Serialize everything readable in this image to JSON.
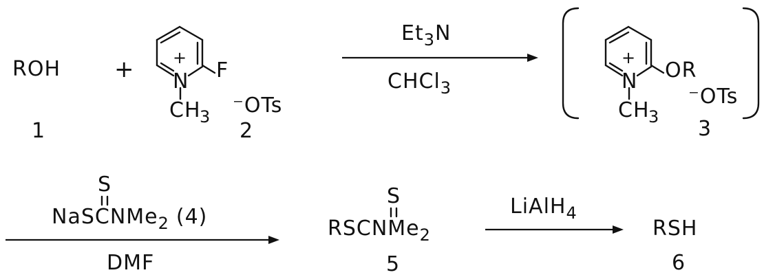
{
  "reaction": {
    "reactant_1": {
      "formula": "ROH",
      "number": "1"
    },
    "plus": "+",
    "reactant_2": {
      "substituent": "F",
      "ring_atom": "N",
      "charge": "+",
      "n_methyl": "CH",
      "n_methyl_sub": "3",
      "counterion": "⁻OTs",
      "number": "2"
    },
    "step_1": {
      "reagent_main": "Et",
      "reagent_sub": "3",
      "reagent_tail": "N",
      "solvent_main": "CHCl",
      "solvent_sub": "3"
    },
    "intermediate_3": {
      "substituent": "OR",
      "ring_atom": "N",
      "charge": "+",
      "n_methyl": "CH",
      "n_methyl_sub": "3",
      "counterion": "⁻OTs",
      "number": "3"
    },
    "step_2": {
      "reagent_s": "S",
      "reagent_main": "NaSCNMe",
      "reagent_sub": "2",
      "reagent_label": "(4)",
      "solvent": "DMF"
    },
    "product_5": {
      "s": "S",
      "formula_main": "RSCNMe",
      "formula_sub": "2",
      "number": "5"
    },
    "step_3": {
      "reagent_main": "LiAlH",
      "reagent_sub": "4"
    },
    "product_6": {
      "formula": "RSH",
      "number": "6"
    }
  }
}
